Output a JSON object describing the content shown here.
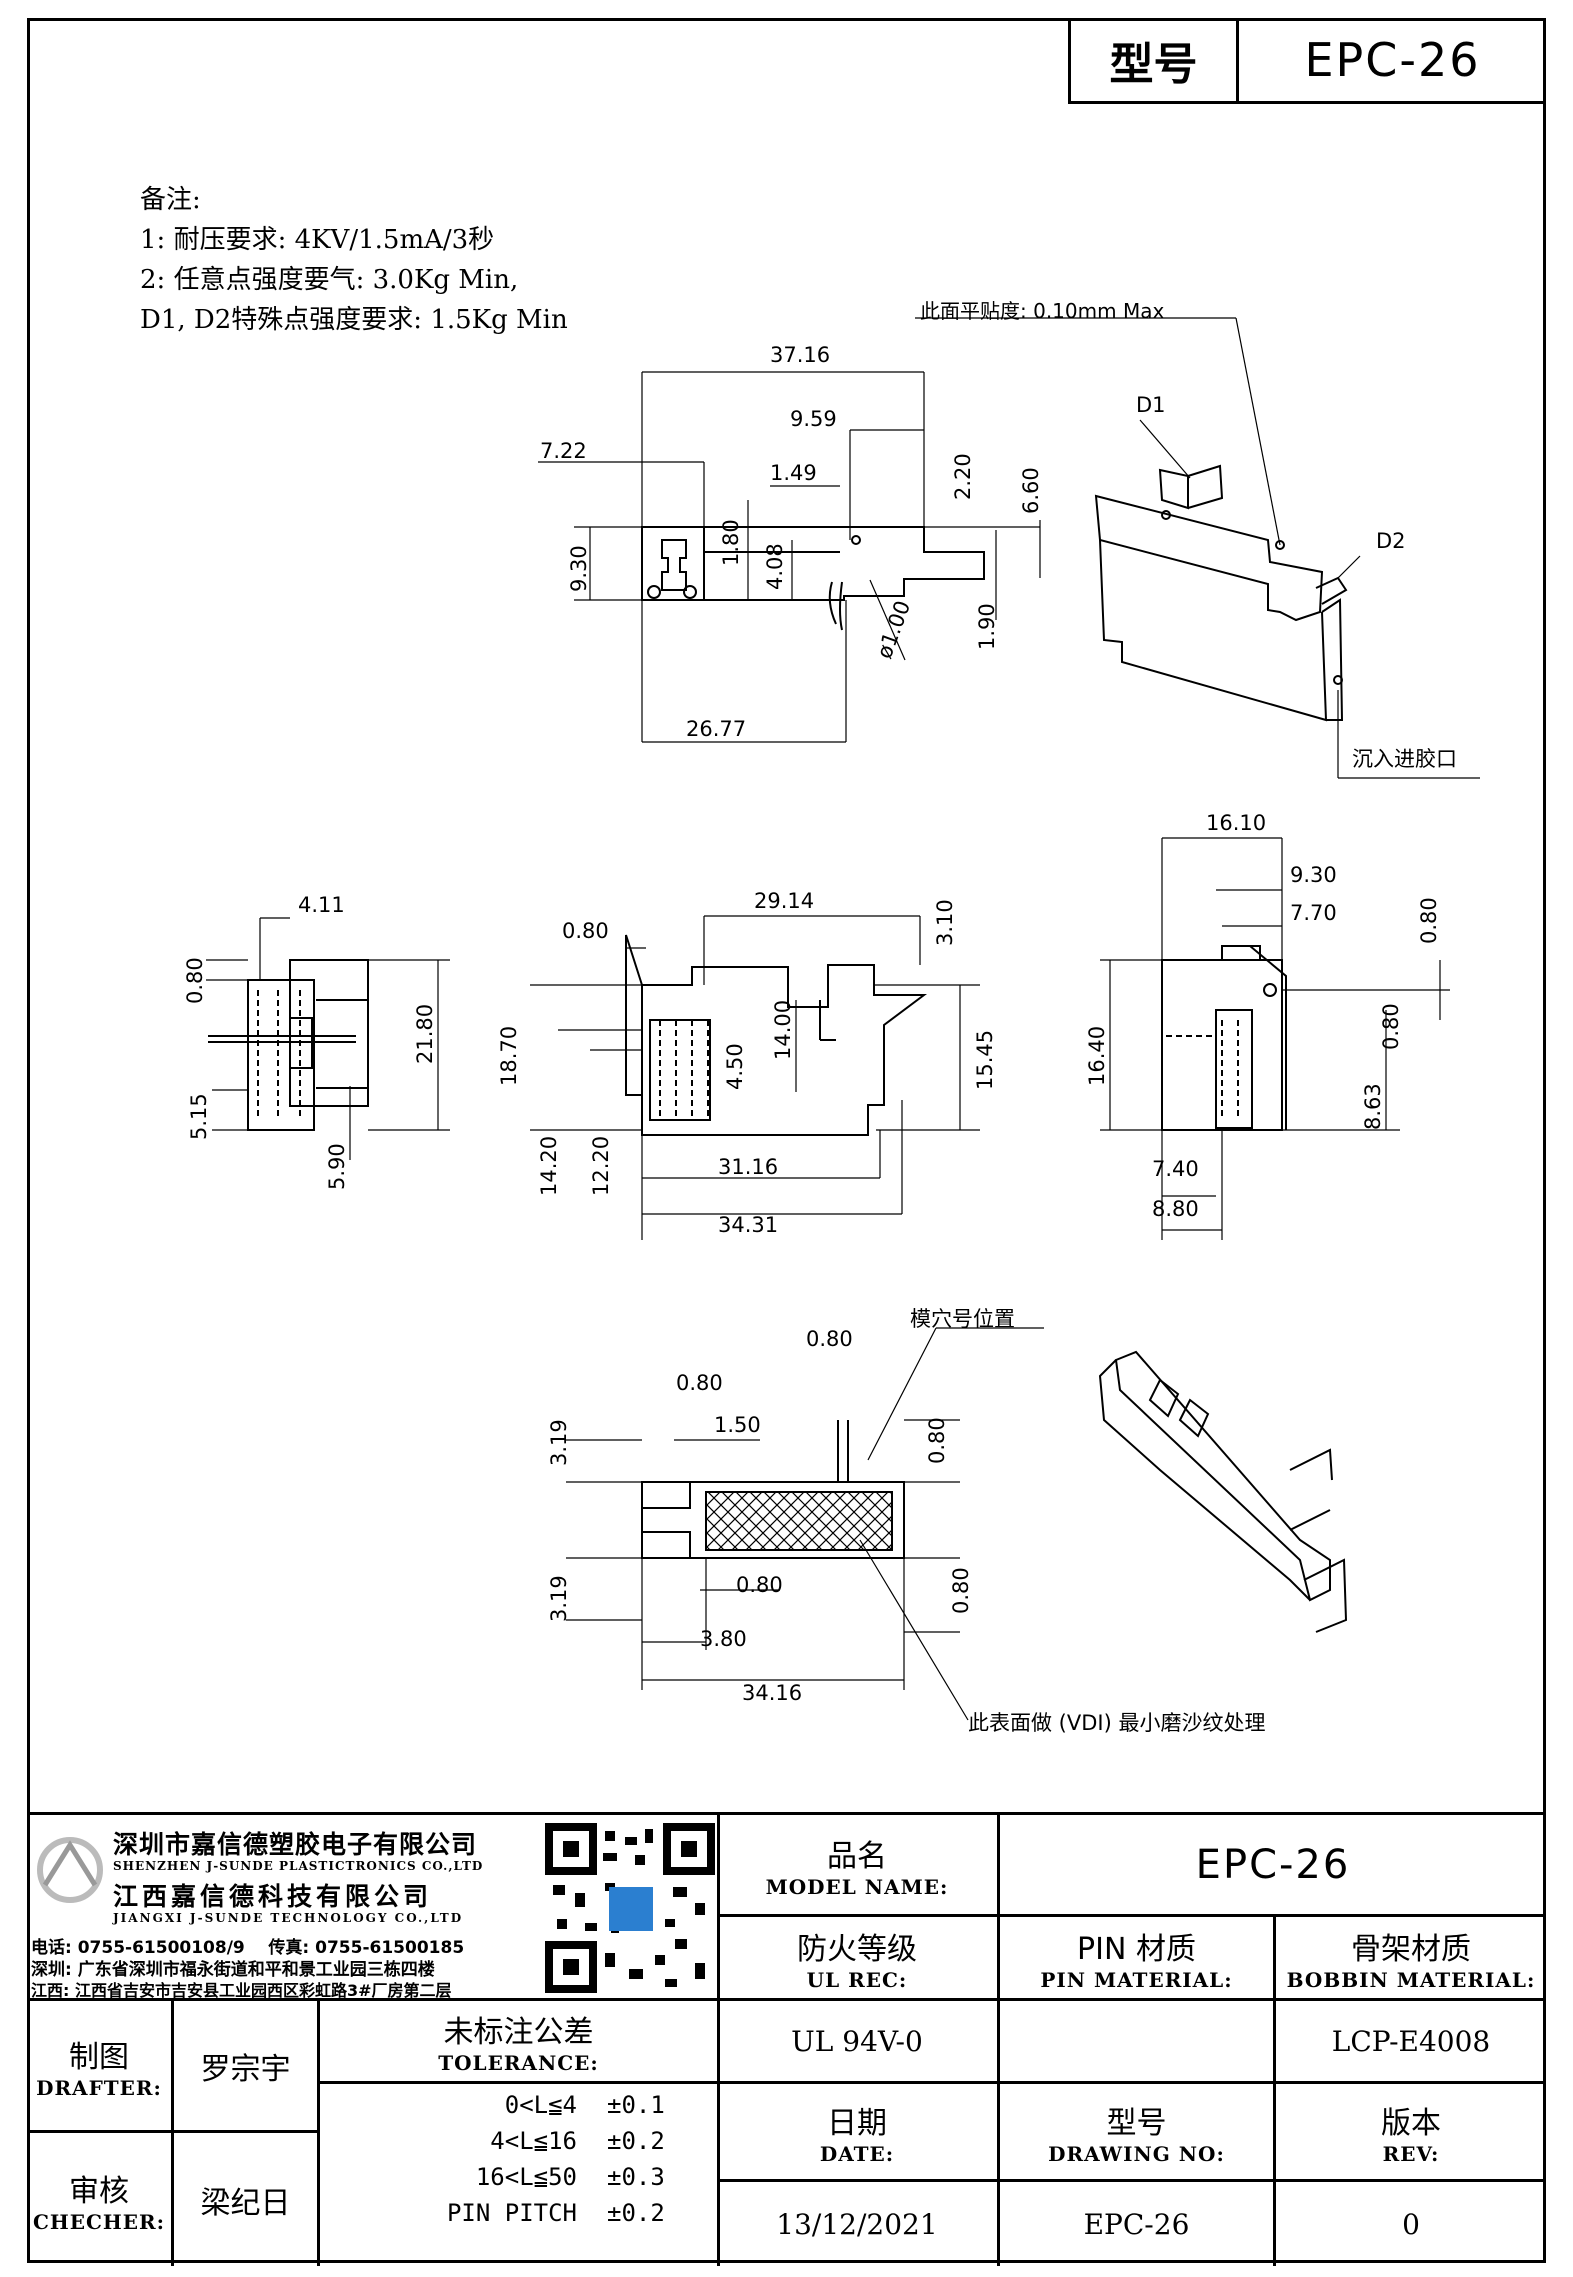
{
  "header": {
    "model_key": "型号",
    "model_value": "EPC-26"
  },
  "notes": {
    "title": "备注:",
    "line1": "1: 耐压要求: 4KV/1.5mA/3秒",
    "line2": "2: 任意点强度要气: 3.0Kg Min,",
    "line3": "D1, D2特殊点强度要求: 1.5Kg Min"
  },
  "annotations": {
    "flatness": "此面平贴度: 0.10mm Max",
    "d1": "D1",
    "d2": "D2",
    "gate": "沉入进胶口",
    "cavity": "模穴号位置",
    "vdi": "此表面做 (VDI) 最小磨沙纹处理"
  },
  "dims_top": {
    "A": "37.16",
    "E": "9.59",
    "F": "7.22",
    "D": "1.49",
    "B": "2.20",
    "C": "6.60",
    "G": "9.30",
    "h180": "1.80",
    "I": "4.08",
    "K": "ø1.00",
    "L": "1.90",
    "J": "26.77"
  },
  "dims_mid_left": {
    "A7": "4.11",
    "A8": "0.80",
    "A9": "21.80",
    "B2": "5.15",
    "B1": "5.90"
  },
  "dims_mid": {
    "X": "29.14",
    "W": "3.10",
    "A1": "0.80",
    "A2": "18.70",
    "V": "15.45",
    "Y": "14.00",
    "Z": "4.50",
    "A3": "14.20",
    "A4": "12.20",
    "A5": "31.16",
    "A6": "34.31"
  },
  "dims_right": {
    "M": "16.10",
    "N": "9.30",
    "P": "7.70",
    "O": "0.80",
    "S": "16.40",
    "Q": "0.80",
    "R": "8.63",
    "T": "7.40",
    "U": "8.80"
  },
  "dims_bottom": {
    "B5": "0.80",
    "B4": "0.80",
    "B3": "3.19",
    "B6": "1.50",
    "B7": "0.80",
    "B9": "0.80",
    "C3": "3.19",
    "C1": "3.80",
    "B8": "0.80",
    "C2": "34.16"
  },
  "titleblock": {
    "company1": "深圳市嘉信德塑胶电子有限公司",
    "company1_en": "SHENZHEN J-SUNDE PLASTICTRONICS CO.,LTD",
    "company2": "江西嘉信德科技有限公司",
    "company2_en": "JIANGXI J-SUNDE TECHNOLOGY CO.,LTD",
    "phone": "电话: 0755-61500108/9    传真: 0755-61500185",
    "addr_sz": "深圳: 广东省深圳市福永街道和平和景工业园三栋四楼",
    "addr_jx": "江西: 江西省吉安市吉安县工业园西区彩虹路3#厂房第二层",
    "model_zh": "品名",
    "model_en": "MODEL NAME:",
    "model_val": "EPC-26",
    "ul_zh": "防火等级",
    "ul_en": "UL REC:",
    "ul_val": "UL 94V-0",
    "pin_zh": "PIN 材质",
    "pin_en": "PIN MATERIAL:",
    "pin_val": "",
    "bob_zh": "骨架材质",
    "bob_en": "BOBBIN MATERIAL:",
    "bob_val": "LCP-E4008",
    "drafter_zh": "制图",
    "drafter_en": "DRAFTER:",
    "drafter_val": "罗宗宇",
    "checker_zh": "审核",
    "checker_en": "CHECHER:",
    "checker_val": "梁纪日",
    "tol_zh": "未标注公差",
    "tol_en": "TOLERANCE:",
    "tol_rows": [
      {
        "range": "0<L≦4",
        "val": "±0.1"
      },
      {
        "range": "4<L≦16",
        "val": "±0.2"
      },
      {
        "range": "16<L≦50",
        "val": "±0.3"
      },
      {
        "range": "PIN PITCH",
        "val": "±0.2"
      }
    ],
    "date_zh": "日期",
    "date_en": "DATE:",
    "date_val": "13/12/2021",
    "dwg_zh": "型号",
    "dwg_en": "DRAWING NO:",
    "dwg_val": "EPC-26",
    "rev_zh": "版本",
    "rev_en": "REV:",
    "rev_val": "0"
  }
}
